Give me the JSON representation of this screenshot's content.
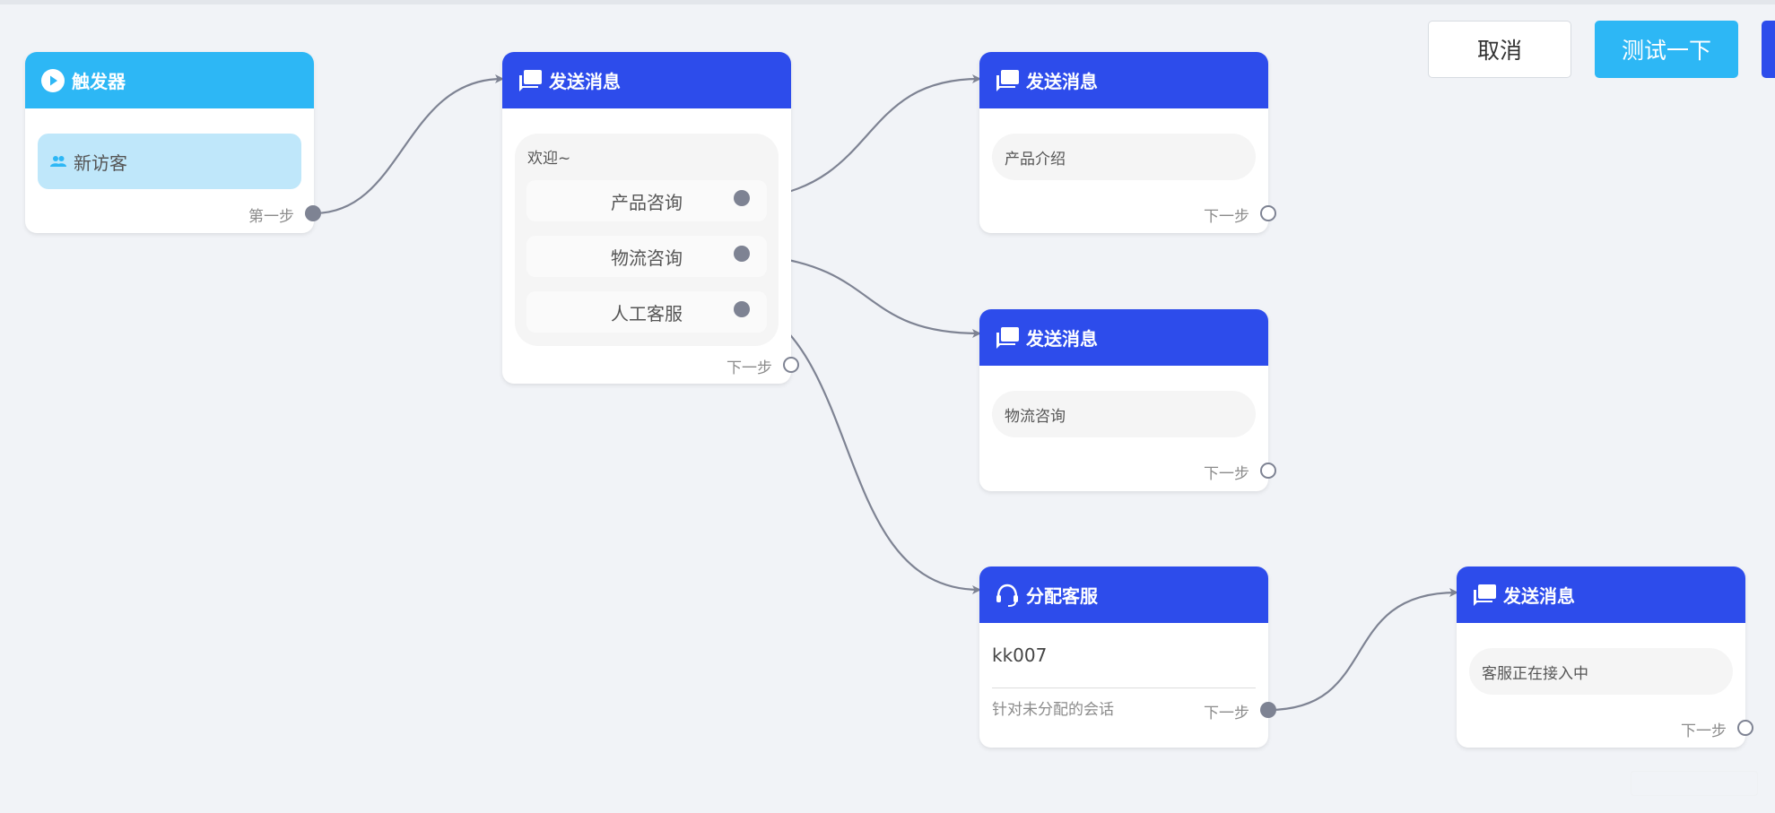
{
  "toolbar": {
    "cancel_label": "取消",
    "test_label": "测试一下"
  },
  "trigger_node": {
    "title": "触发器",
    "item_label": "新访客",
    "step_label": "第一步"
  },
  "send_node_1": {
    "title": "发送消息",
    "message": "欢迎~",
    "options": [
      "产品咨询",
      "物流咨询",
      "人工客服"
    ],
    "step_label": "下一步"
  },
  "send_node_2": {
    "title": "发送消息",
    "message": "产品介绍",
    "step_label": "下一步"
  },
  "send_node_3": {
    "title": "发送消息",
    "message": "物流咨询",
    "step_label": "下一步"
  },
  "assign_node": {
    "title": "分配客服",
    "agent": "kk007",
    "subtitle": "针对未分配的会话",
    "step_label": "下一步"
  },
  "send_node_4": {
    "title": "发送消息",
    "message": "客服正在接入中",
    "step_label": "下一步"
  },
  "colors": {
    "primary": "#2d4ceb",
    "trigger": "#2db7f5",
    "test_button": "#2db7f5",
    "canvas": "#f1f3f7",
    "edge": "#7e8393"
  }
}
